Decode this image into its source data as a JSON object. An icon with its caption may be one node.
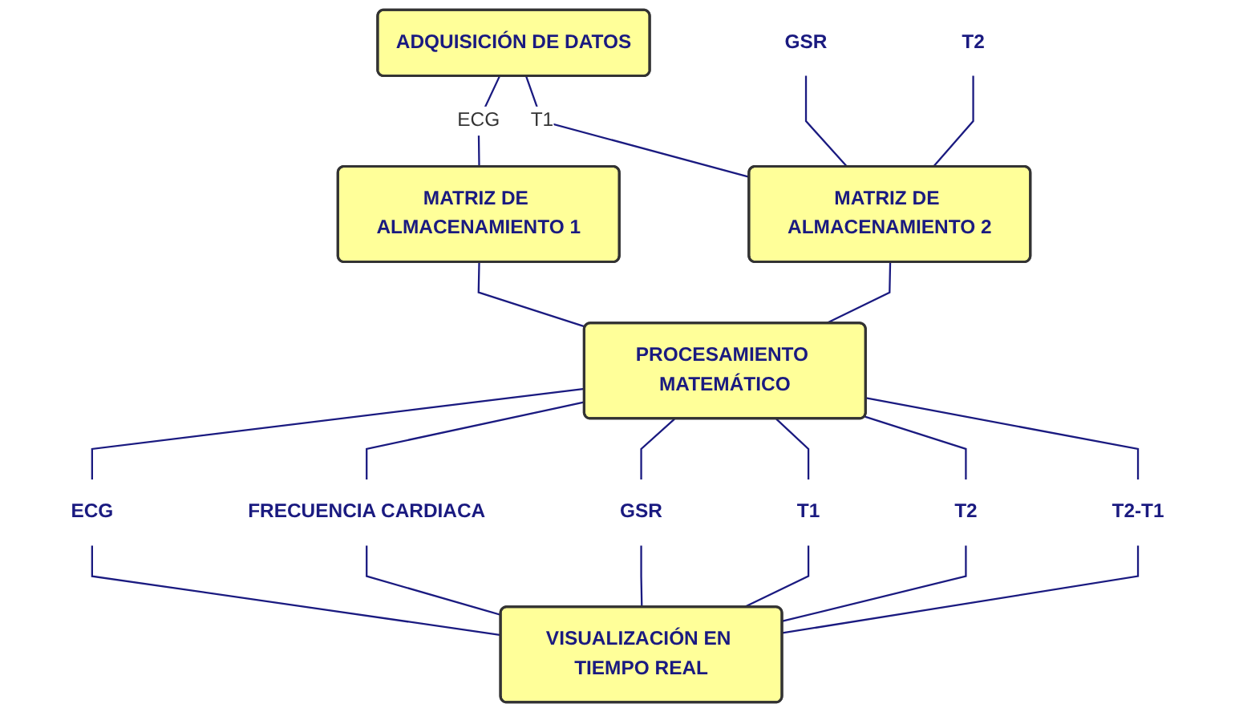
{
  "diagram": {
    "nodes": [
      {
        "text": [
          "ADQUISICIÓN DE DATOS"
        ]
      },
      {
        "text": [
          "MATRIZ DE ALMACENAMIENTO 1"
        ]
      },
      {
        "text": [
          "GSR"
        ]
      },
      {
        "text": [
          "MATRIZ DE ALMACENAMIENTO 2"
        ]
      },
      {
        "text": [
          "T2"
        ]
      },
      {
        "text": [
          "PROCESAMIENTO MATEMÁTICO"
        ]
      },
      {
        "text": [
          "ECG"
        ]
      },
      {
        "text": [
          "FRECUENCIA CARDIACA"
        ]
      },
      {
        "text": [
          "GSR"
        ]
      },
      {
        "text": [
          "T1"
        ]
      },
      {
        "text": [
          "T2"
        ]
      },
      {
        "text": [
          "T2-T1"
        ]
      },
      {
        "text": [
          "VISUALIZACIÓN EN TIEMPO REAL"
        ]
      }
    ],
    "edges": [
      {
        "from": 0,
        "to": 1,
        "label": "ECG",
        "arrow": "none"
      },
      {
        "from": 0,
        "to": 3,
        "label": "T1",
        "arrow": "none"
      },
      {
        "from": 2,
        "to": 3,
        "arrow": "none"
      },
      {
        "from": 4,
        "to": 3,
        "arrow": "none"
      },
      {
        "from": 1,
        "to": 5,
        "arrow": "none"
      },
      {
        "from": 3,
        "to": 5,
        "arrow": "none"
      },
      {
        "from": 5,
        "to": 6,
        "arrow": "none"
      },
      {
        "from": 5,
        "to": 7,
        "arrow": "none"
      },
      {
        "from": 5,
        "to": 8,
        "arrow": "none"
      },
      {
        "from": 5,
        "to": 9,
        "arrow": "none"
      },
      {
        "from": 5,
        "to": 10,
        "arrow": "none"
      },
      {
        "from": 5,
        "to": 11,
        "arrow": "none"
      },
      {
        "from": 6,
        "to": 12,
        "arrow": "none"
      },
      {
        "from": 7,
        "to": 12,
        "arrow": "none"
      },
      {
        "from": 8,
        "to": 12,
        "arrow": "none"
      },
      {
        "from": 9,
        "to": 12,
        "arrow": "none"
      },
      {
        "from": 10,
        "to": 12,
        "arrow": "none"
      },
      {
        "from": 11,
        "to": 12,
        "arrow": "none"
      }
    ]
  }
}
